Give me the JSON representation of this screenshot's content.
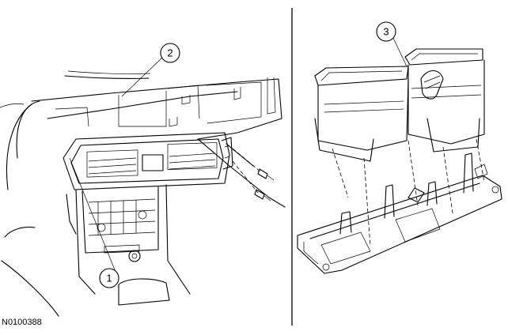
{
  "figure_id": "N0100388",
  "callouts": [
    {
      "label": "1"
    },
    {
      "label": "2"
    },
    {
      "label": "3"
    }
  ]
}
